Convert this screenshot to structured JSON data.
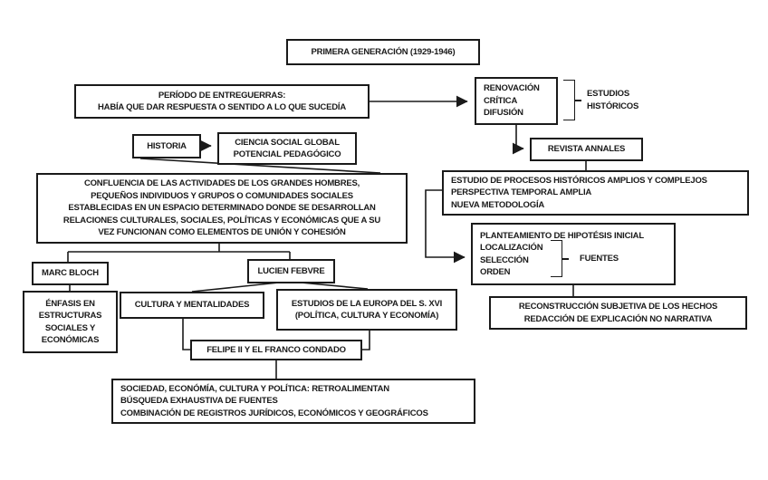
{
  "colors": {
    "line": "#1a1a1a",
    "background": "#ffffff"
  },
  "diagram": {
    "title": "PRIMERA GENERACIÓN (1929-1946)",
    "nodes": {
      "periodo": {
        "lines": [
          "PERÍODO DE ENTREGUERRAS:",
          "HABÍA QUE DAR RESPUESTA O SENTIDO A LO QUE SUCEDÍA"
        ]
      },
      "renovacion": {
        "lines": [
          "RENOVACIÓN",
          "CRÍTICA",
          "DIFUSIÓN"
        ]
      },
      "estudios_historicos": {
        "lines": [
          "ESTUDIOS",
          "HISTÓRICOS"
        ]
      },
      "historia": {
        "lines": [
          "HISTORIA"
        ]
      },
      "ciencia": {
        "lines": [
          "CIENCIA SOCIAL GLOBAL",
          "POTENCIAL PEDAGÓGICO"
        ]
      },
      "confluencia": {
        "lines": [
          "CONFLUENCIA DE LAS ACTIVIDADES DE LOS GRANDES HOMBRES,",
          "PEQUEÑOS INDIVIDUOS Y GRUPOS O COMUNIDADES SOCIALES",
          "ESTABLECIDAS EN UN ESPACIO DETERMINADO DONDE SE DESARROLLAN",
          "RELACIONES CULTURALES, SOCIALES, POLÍTICAS Y ECONÓMICAS QUE A SU",
          "VEZ FUNCIONAN COMO ELEMENTOS DE UNIÓN Y COHESIÓN"
        ]
      },
      "revista": {
        "lines": [
          "REVISTA ANNALES"
        ]
      },
      "estudio_procesos": {
        "lines": [
          "ESTUDIO DE PROCESOS HISTÓRICOS AMPLIOS Y COMPLEJOS",
          "PERSPECTIVA TEMPORAL AMPLIA",
          "NUEVA METODOLOGÍA"
        ]
      },
      "planteamiento": {
        "header": "PLANTEAMIENTO DE HIPOTÉSIS INICIAL",
        "items": [
          "LOCALIZACIÓN",
          "SELECCIÓN",
          "ORDEN"
        ],
        "bracket_label": "FUENTES"
      },
      "reconstruccion": {
        "lines": [
          "RECONSTRUCCIÓN SUBJETIVA DE LOS HECHOS",
          "REDACCIÓN DE EXPLICACIÓN NO NARRATIVA"
        ]
      },
      "marc_bloch": {
        "lines": [
          "MARC BLOCH"
        ]
      },
      "enfasis": {
        "lines": [
          "ÉNFASIS EN",
          "ESTRUCTURAS",
          "SOCIALES Y",
          "ECONÓMICAS"
        ]
      },
      "lucien": {
        "lines": [
          "LUCIEN FEBVRE"
        ]
      },
      "cultura": {
        "lines": [
          "CULTURA Y MENTALIDADES"
        ]
      },
      "europa": {
        "lines": [
          "ESTUDIOS DE LA EUROPA DEL S. XVI",
          "(POLÍTICA, CULTURA Y ECONOMÍA)"
        ]
      },
      "felipe": {
        "lines": [
          "FELIPE II Y EL FRANCO CONDADO"
        ]
      },
      "sociedad": {
        "lines": [
          "SOCIEDAD, ECONÓMÍA, CULTURA Y POLÍTICA: RETROALIMENTAN",
          "BÚSQUEDA EXHAUSTIVA DE FUENTES",
          "COMBINACIÓN DE REGISTROS JURÍDICOS, ECONÓMICOS Y GEOGRÁFICOS"
        ]
      }
    }
  }
}
